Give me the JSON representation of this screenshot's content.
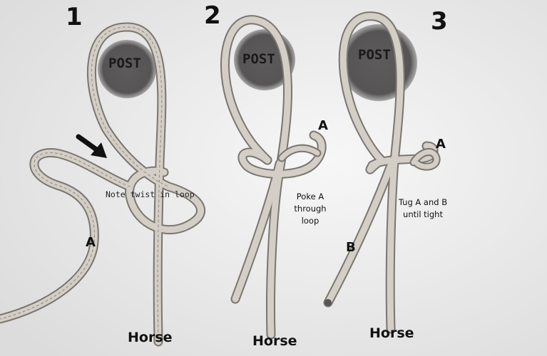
{
  "steps": [
    {
      "number": "1",
      "post_label": "POST",
      "rope_end": "A",
      "note": "Note twist in loop",
      "bottom_label": "Horse"
    },
    {
      "number": "2",
      "post_label": "POST",
      "rope_end": "A",
      "instruction_lines": [
        "Poke A",
        "through",
        "loop"
      ],
      "bottom_label": "Horse"
    },
    {
      "number": "3",
      "post_label": "POST",
      "rope_end_a": "A",
      "rope_end_b": "B",
      "instruction_lines": [
        "Tug A and B",
        "until tight"
      ],
      "bottom_label": "Horse"
    }
  ],
  "icons": {
    "arrow": "black-arrow-icon"
  },
  "colors": {
    "background": "#ececec",
    "post": "#5d5b5b",
    "rope": "#d3cfc6",
    "rope_outline": "#7a766f"
  }
}
